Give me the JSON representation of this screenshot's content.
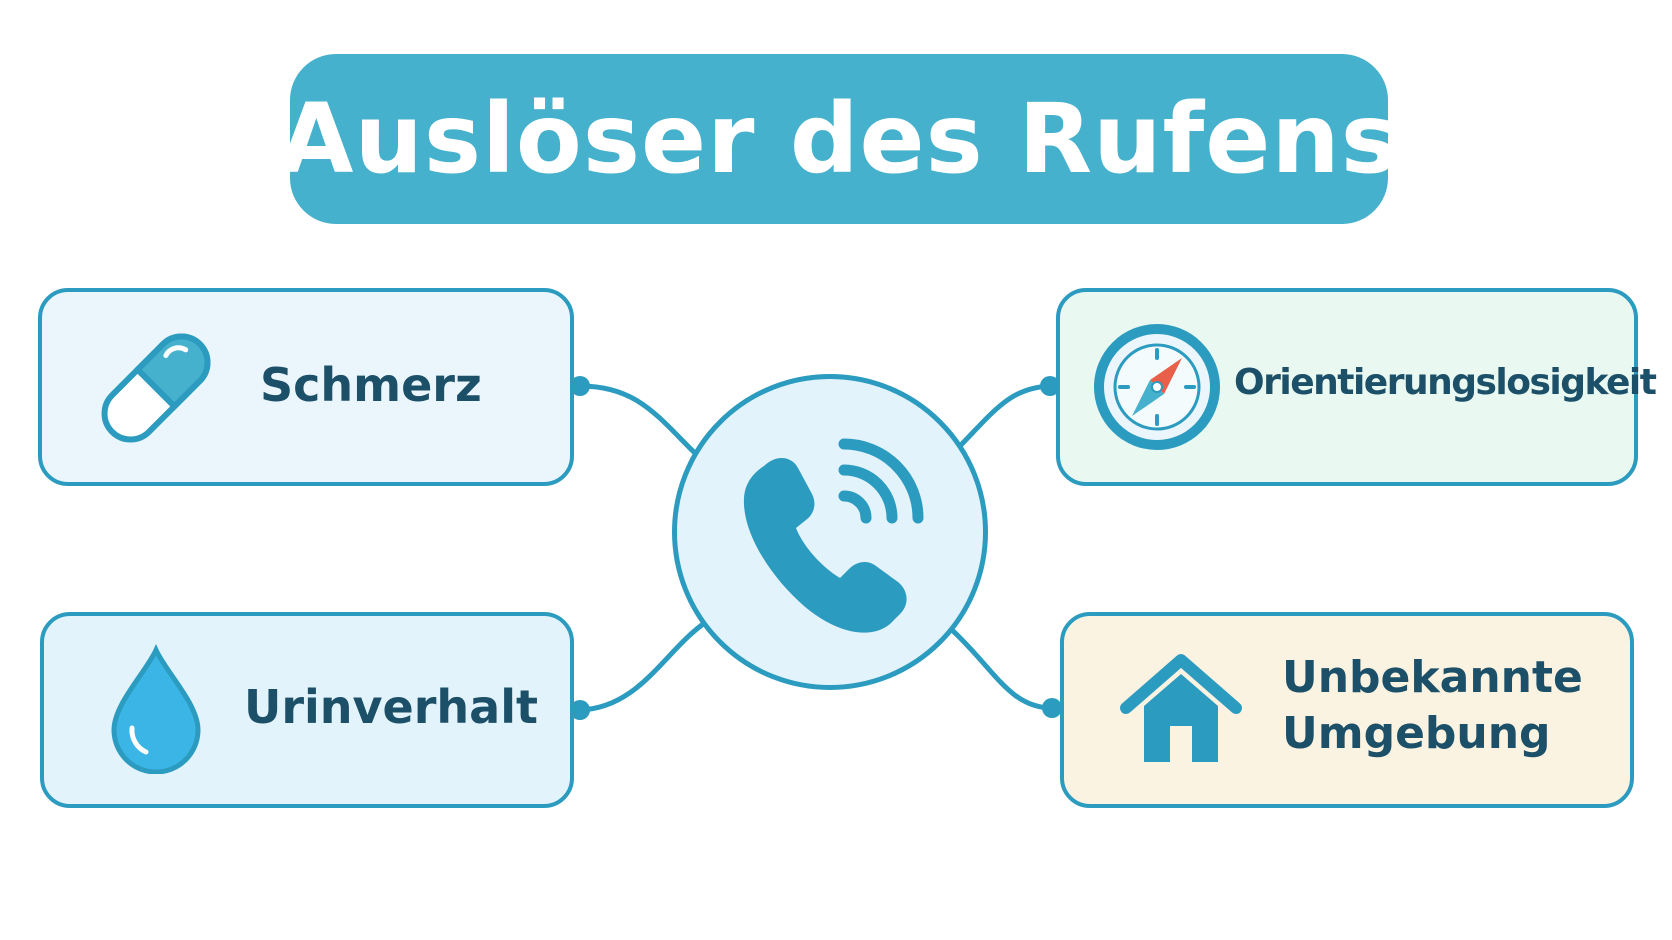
{
  "title": "Auslöser des Rufens",
  "center": {
    "icon": "phone-call-icon"
  },
  "triggers": [
    {
      "label": "Schmerz",
      "icon": "pill-capsule-icon"
    },
    {
      "label": "Orientierungslosigkeit",
      "icon": "compass-icon"
    },
    {
      "label": "Urinverhalt",
      "icon": "water-drop-icon"
    },
    {
      "label_line1": "Unbekannte",
      "label_line2": "Umgebung",
      "icon": "house-icon"
    }
  ],
  "colors": {
    "accent": "#46b1cc",
    "outline": "#2c9bc0",
    "text": "#1c4f68",
    "compass_needle": "#e8604a",
    "card_blue": "#eaf5fc",
    "card_green": "#e9f8f1",
    "card_cream": "#fbf3e1"
  }
}
